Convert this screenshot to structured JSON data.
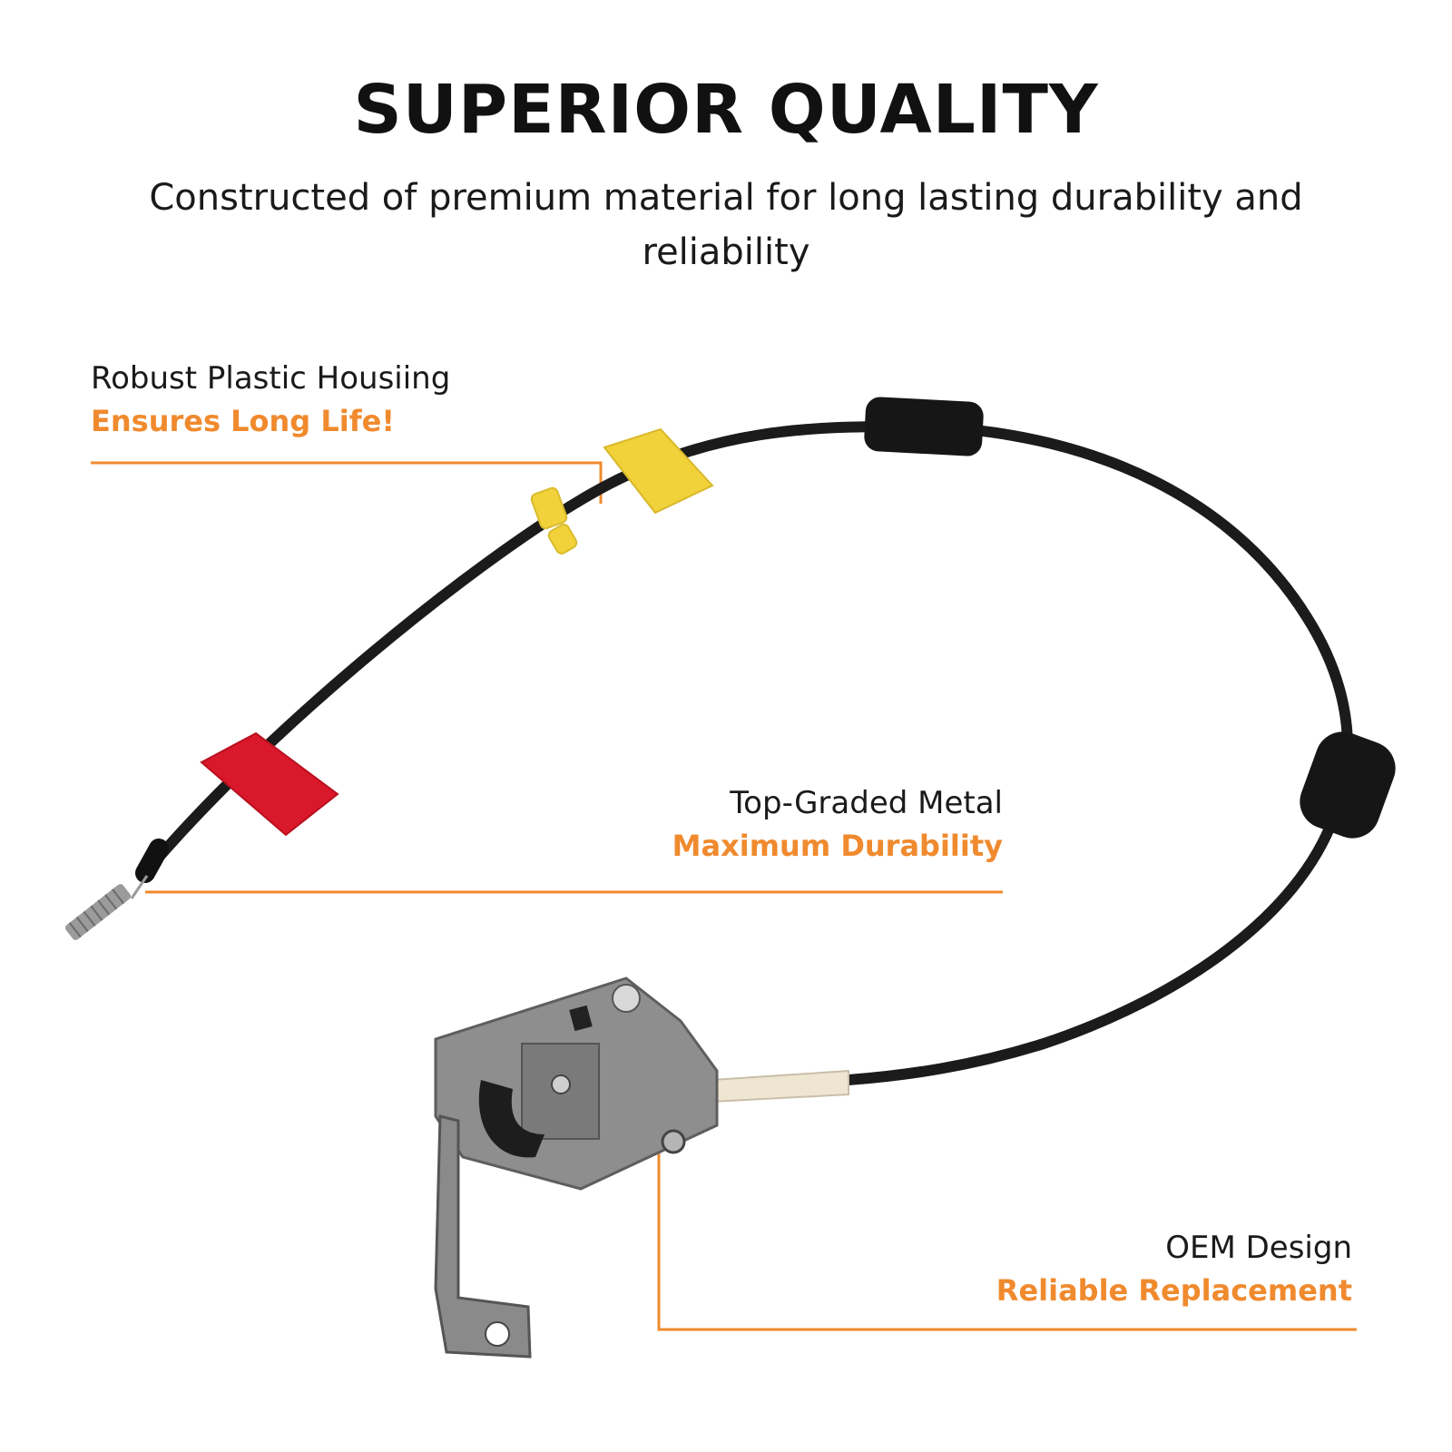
{
  "header": {
    "title": "SUPERIOR QUALITY",
    "subtitle": "Constructed of premium material for long lasting durability and reliability"
  },
  "callouts": [
    {
      "label": "Robust Plastic Housiing",
      "highlight": "Ensures Long Life!"
    },
    {
      "label": "Top-Graded Metal",
      "highlight": "Maximum Durability"
    },
    {
      "label": "OEM Design",
      "highlight": "Reliable Replacement"
    }
  ],
  "colors": {
    "accent": "#F08A2E",
    "cable": "#1b1b1b",
    "tape_red": "#D9182B",
    "tape_yellow": "#F2D23A",
    "latch_metal": "#8E8E8E"
  }
}
